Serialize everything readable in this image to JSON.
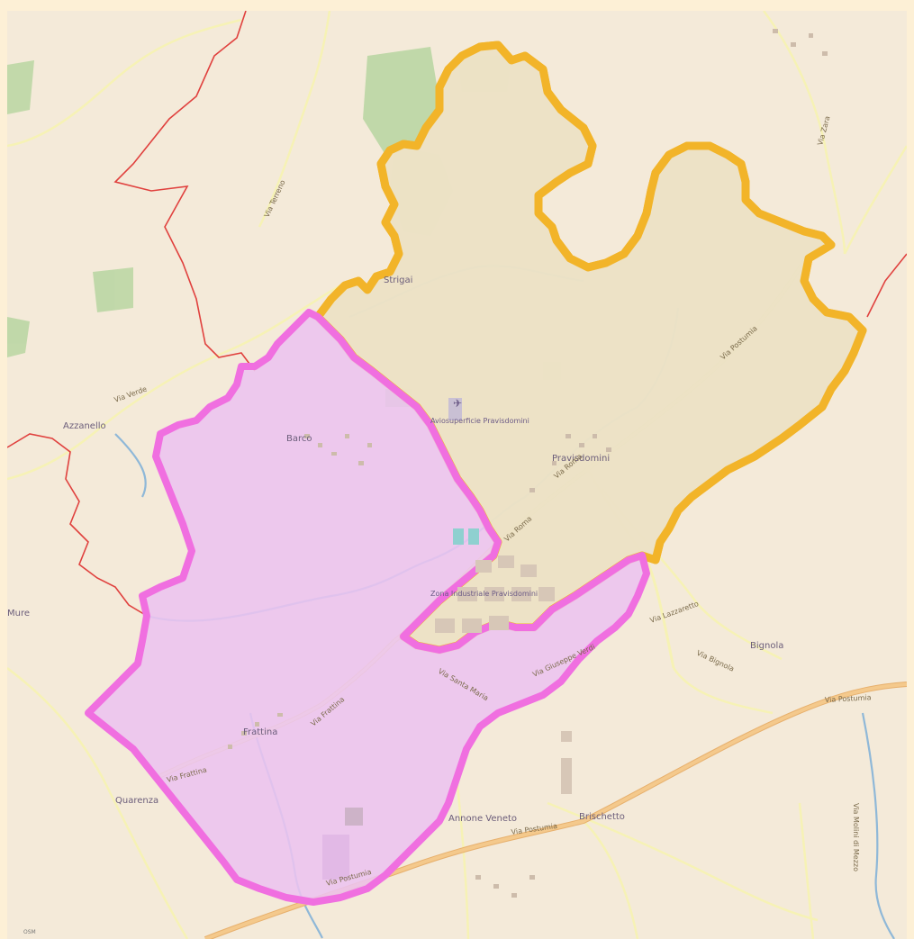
{
  "colors": {
    "page_border": "#fdf0d6",
    "basemap": "#f4ead9",
    "region_pink_fill": "#ecc3ef",
    "region_pink_stroke": "#f06fe0",
    "region_yellow_fill": "#ece2c5",
    "region_yellow_outer": "#f2b429",
    "region_yellow_inner": "#f3e33e",
    "boundary_red": "#e0413e",
    "water": "#8fb8d8",
    "road_major": "#f4c98c",
    "road_minor": "#f6f2b5",
    "forest": "#b8d6a1"
  },
  "places": {
    "barco": "Barco",
    "pravisdomini": "Pravisdomini",
    "frattina": "Frattina",
    "azzanello": "Azzanello",
    "quarenza": "Quarenza",
    "annone_veneto": "Annone Veneto",
    "brischetto": "Brischetto",
    "bignola": "Bignola",
    "mure": "Mure",
    "strigai": "Strigai"
  },
  "roads": {
    "via_postumia_1": "Via Postumia",
    "via_postumia_2": "Via Postumia",
    "via_postumia_3": "Via Postumia",
    "via_postumia_4": "Via Postumia",
    "via_roma_1": "Via Roma",
    "via_roma_2": "Via Roma",
    "via_frattina_1": "Via Frattina",
    "via_frattina_2": "Via Frattina",
    "via_giuseppe_verdi": "Via Giuseppe Verdi",
    "via_santa_maria": "Via Santa Maria",
    "via_lazzaretto": "Via Lazzaretto",
    "via_bignola": "Via Bignola",
    "via_zara": "Via Zara",
    "via_mulino": "Via Molini di Mezzo",
    "via_terreno": "Via Terreno",
    "via_verde": "Via Verde"
  },
  "pois": {
    "aviosuperficie": "Aviosuperficie Pravisdomini",
    "zona_industriale": "Zona Industriale Pravisdomini"
  },
  "attribution": "OSM"
}
